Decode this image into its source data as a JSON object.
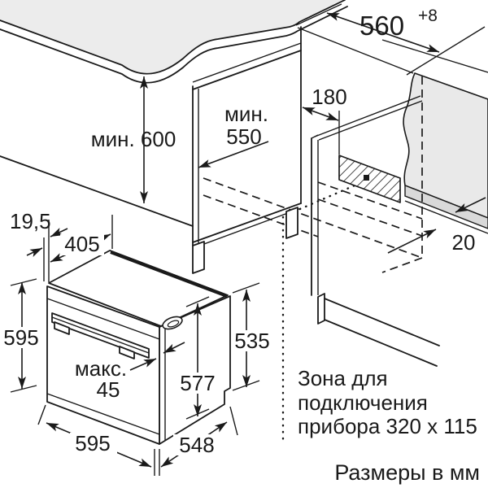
{
  "figure": "oven-installation-diagram",
  "colors": {
    "line": "#1a1a1a",
    "worktop": "#ececec",
    "wall": "#e9e9e9",
    "rail": "#d9d9d9"
  },
  "labels": {
    "niche_height_min": "мин. 600",
    "niche_depth_min_word": "мин.",
    "niche_depth_min_value": "550",
    "niche_width": "560",
    "niche_width_tolerance": "+8",
    "socket_offset": "180",
    "rear_gap": "20",
    "door_overhang": "19,5",
    "top_depth": "405",
    "oven_front_height": "595",
    "rear_height": "535",
    "body_height": "577",
    "door_thickness_word": "макс.",
    "door_thickness_value": "45",
    "oven_width": "595",
    "body_depth": "548",
    "zone_line1": "Зона для",
    "zone_line2": "подключения",
    "zone_line3": "прибора 320 x 115",
    "units_note": "Размеры в мм"
  }
}
